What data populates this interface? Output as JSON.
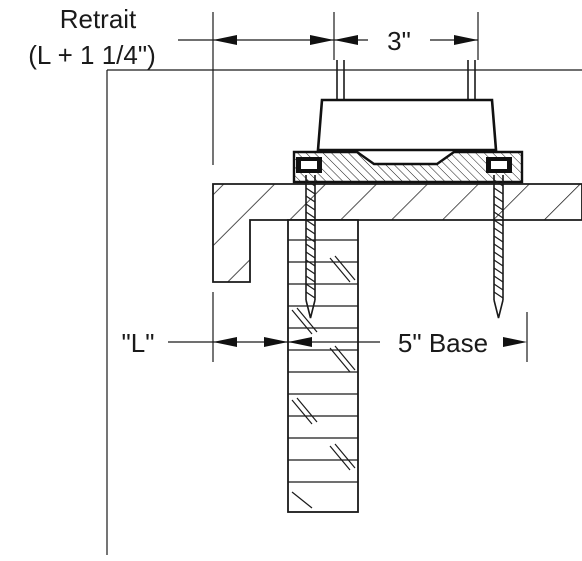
{
  "labels": {
    "setback_line1": "Retrait",
    "setback_line2": "(L + 1 1/4\")",
    "top_dim": "3\"",
    "left_dim": "\"L\"",
    "base_dim": "5\" Base"
  },
  "colors": {
    "ink": "#1a1a1a",
    "background": "#ffffff"
  }
}
